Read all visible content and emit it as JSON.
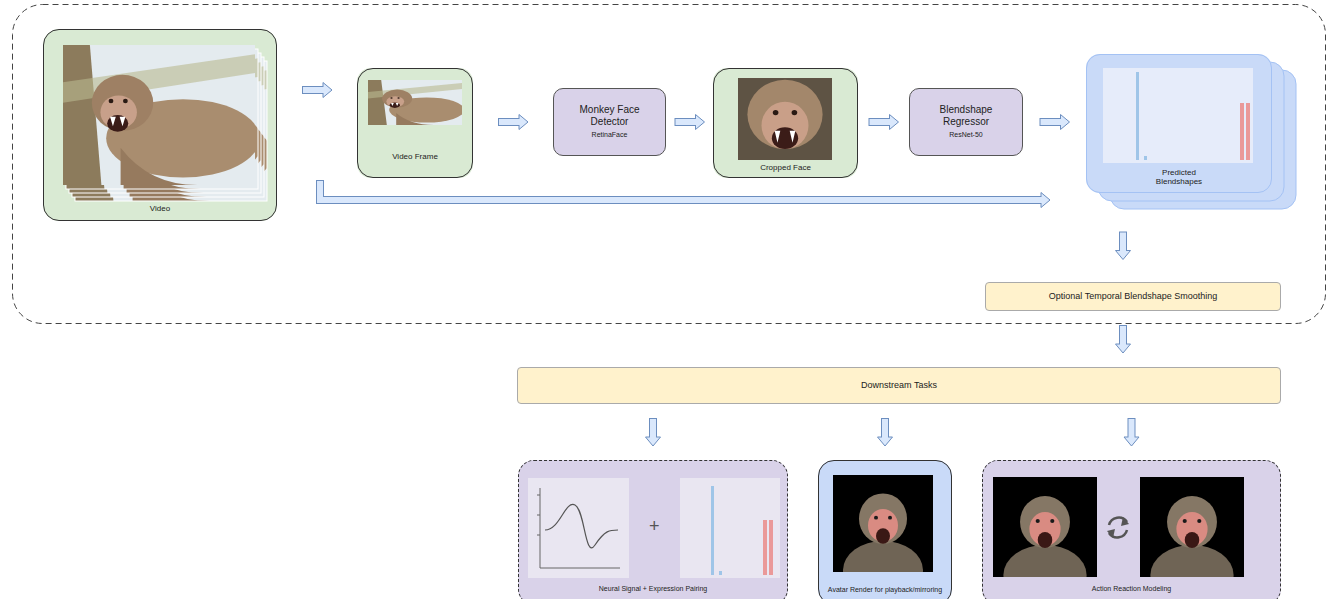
{
  "diagram": {
    "nodes": [
      {
        "text": [
          "Video"
        ]
      },
      {
        "text": [
          "Video Frame"
        ]
      },
      {
        "text": [
          "Monkey Face Detector",
          "RetinaFace"
        ]
      },
      {
        "text": [
          "Cropped Face"
        ]
      },
      {
        "text": [
          "Blendshape Regressor",
          "ResNet-50"
        ]
      },
      {
        "text": [
          "Predicted Blendshapes"
        ]
      },
      {
        "text": [
          "Optional Temporal Blendshape Smoothing"
        ]
      },
      {
        "text": [
          "Downstream Tasks"
        ]
      },
      {
        "text": [
          "Neural Signal + Expression Pairing"
        ]
      },
      {
        "text": [
          "Avatar Render for playback/mirroring"
        ]
      },
      {
        "text": [
          "Action Reaction Modeling"
        ]
      }
    ],
    "edges": [
      {
        "from": 0,
        "to": 1,
        "arrow": "to"
      },
      {
        "from": 1,
        "to": 2,
        "arrow": "to"
      },
      {
        "from": 2,
        "to": 3,
        "arrow": "to"
      },
      {
        "from": 3,
        "to": 4,
        "arrow": "to"
      },
      {
        "from": 4,
        "to": 5,
        "arrow": "to"
      },
      {
        "from": 0,
        "to": 5,
        "arrow": "to"
      },
      {
        "from": 5,
        "to": 6,
        "arrow": "to"
      },
      {
        "from": 6,
        "to": 7,
        "arrow": "to"
      },
      {
        "from": 7,
        "to": 8,
        "arrow": "to"
      },
      {
        "from": 7,
        "to": 9,
        "arrow": "to"
      },
      {
        "from": 7,
        "to": 10,
        "arrow": "to"
      }
    ],
    "labels": [
      "+"
    ]
  }
}
